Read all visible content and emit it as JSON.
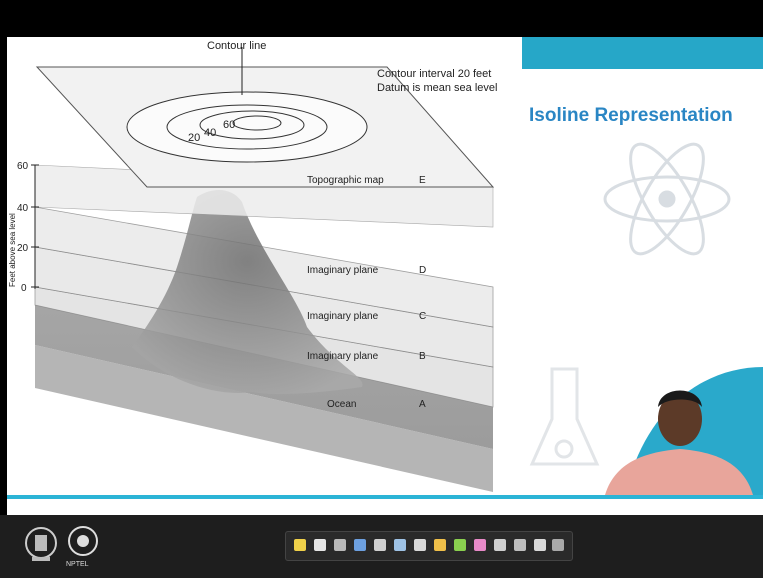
{
  "slide": {
    "title": "Isoline Representation"
  },
  "diagram": {
    "contour_line_label": "Contour line",
    "contour_interval": "Contour interval 20 feet",
    "datum": "Datum is mean sea level",
    "contour_values": [
      "20",
      "40",
      "60"
    ],
    "axis_ticks": [
      "60",
      "40",
      "20",
      "0"
    ],
    "axis_label": "Feet above sea level",
    "planes": [
      {
        "name": "Topographic map",
        "letter": "E"
      },
      {
        "name": "Imaginary plane",
        "letter": "D"
      },
      {
        "name": "Imaginary plane",
        "letter": "C"
      },
      {
        "name": "Imaginary plane",
        "letter": "B"
      },
      {
        "name": "Ocean",
        "letter": "A"
      }
    ]
  },
  "footer": {
    "logo_text": "NPTEL",
    "toolbar_tools": [
      "pointer-icon",
      "pen-icon",
      "highlighter-icon",
      "eraser-icon",
      "arrow-icon",
      "line-icon",
      "rectangle-icon",
      "pencil-icon",
      "marker-icon",
      "brush-icon",
      "dot-icon",
      "text-icon",
      "save-icon",
      "undo-icon"
    ]
  }
}
